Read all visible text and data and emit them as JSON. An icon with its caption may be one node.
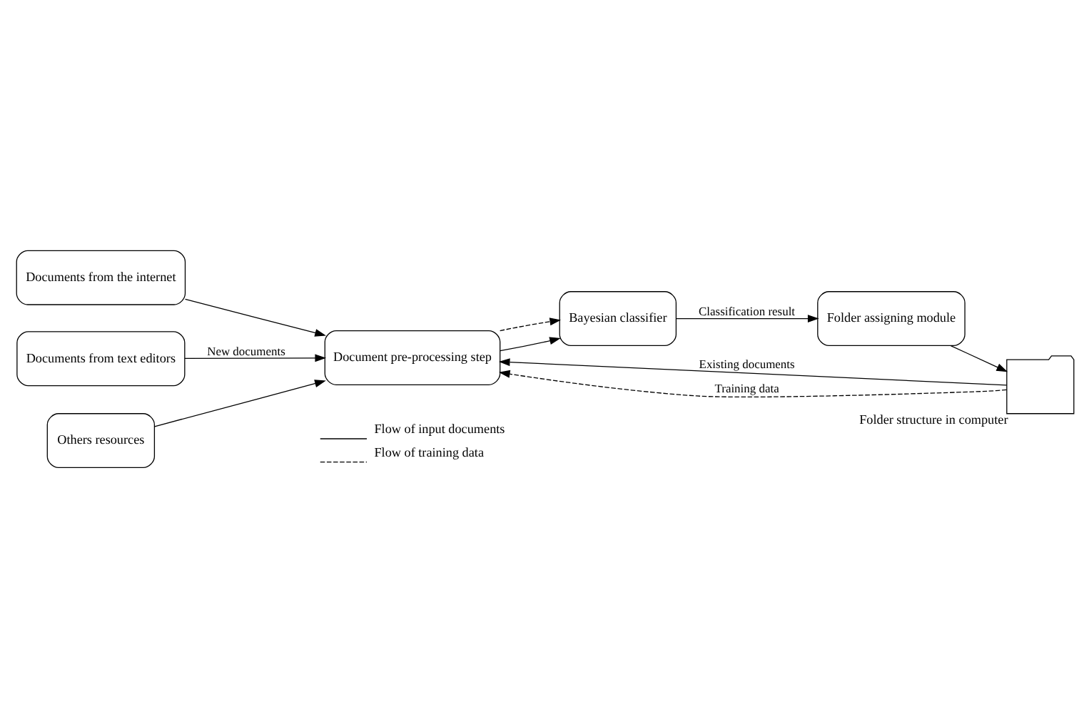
{
  "diagram": {
    "nodes": [
      {
        "text": [
          "Documents from the internet"
        ]
      },
      {
        "text": [
          "Documents from text editors"
        ]
      },
      {
        "text": [
          "Others resources"
        ]
      },
      {
        "text": [
          "Document pre-processing step"
        ]
      },
      {
        "text": [
          "Bayesian classifier"
        ]
      },
      {
        "text": [
          "Folder assigning module"
        ]
      },
      {
        "text": [],
        "shape": "picture",
        "beside": [
          "Folder structure in computer"
        ]
      }
    ],
    "edges": [
      {
        "from": 0,
        "to": 3,
        "arrow": "to"
      },
      {
        "from": 1,
        "to": 3,
        "arrow": "to",
        "label": "New documents"
      },
      {
        "from": 2,
        "to": 3,
        "arrow": "to"
      },
      {
        "from": 3,
        "to": 4,
        "arrow": "to"
      },
      {
        "from": 3,
        "to": 4,
        "arrow": "to",
        "style": "dashed"
      },
      {
        "from": 4,
        "to": 5,
        "arrow": "to",
        "label": "Classification result"
      },
      {
        "from": 5,
        "to": 6,
        "arrow": "to"
      },
      {
        "from": 6,
        "to": 3,
        "arrow": "to",
        "label": "Existing documents"
      },
      {
        "from": 6,
        "to": 3,
        "arrow": "to",
        "style": "dashed",
        "label": "Training data"
      }
    ],
    "legend": [
      {
        "text": "Flow of input documents"
      },
      {
        "text": "Flow of training data"
      }
    ]
  }
}
